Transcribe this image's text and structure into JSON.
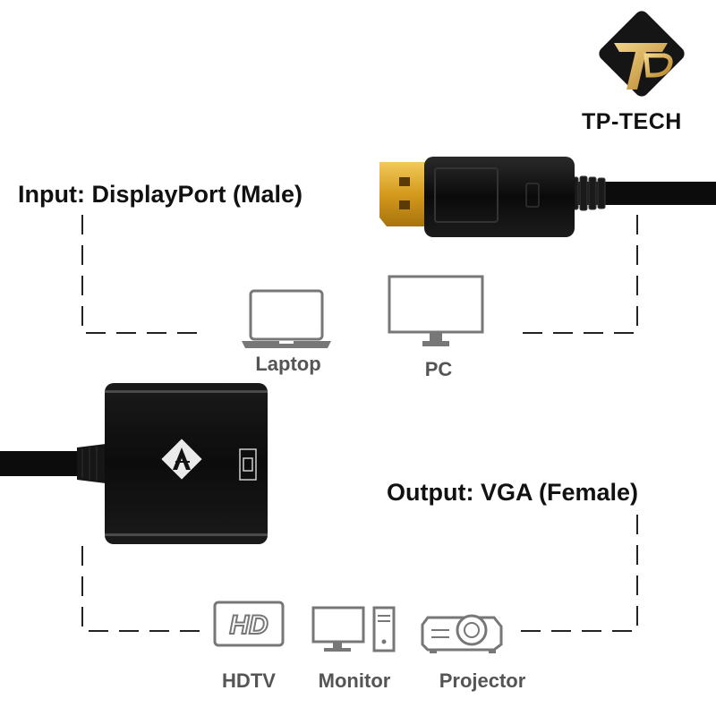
{
  "brand": {
    "name": "TP-TECH",
    "logo_icon": "tp-logo-icon",
    "accent_color": "#d6a64a"
  },
  "input": {
    "label": "Input: DisplayPort (Male)"
  },
  "output": {
    "label": "Output: VGA (Female)"
  },
  "input_devices": [
    {
      "label": "Laptop",
      "icon": "laptop-icon"
    },
    {
      "label": "PC",
      "icon": "pc-icon"
    }
  ],
  "output_devices": [
    {
      "label": "HDTV",
      "icon": "hdtv-icon",
      "badge": "HD"
    },
    {
      "label": "Monitor",
      "icon": "monitor-icon"
    },
    {
      "label": "Projector",
      "icon": "projector-icon"
    }
  ],
  "colors": {
    "cable": "#0d0d0d",
    "gold": "#d9a021",
    "icon_gray": "#777777",
    "label_gray": "#555555"
  }
}
